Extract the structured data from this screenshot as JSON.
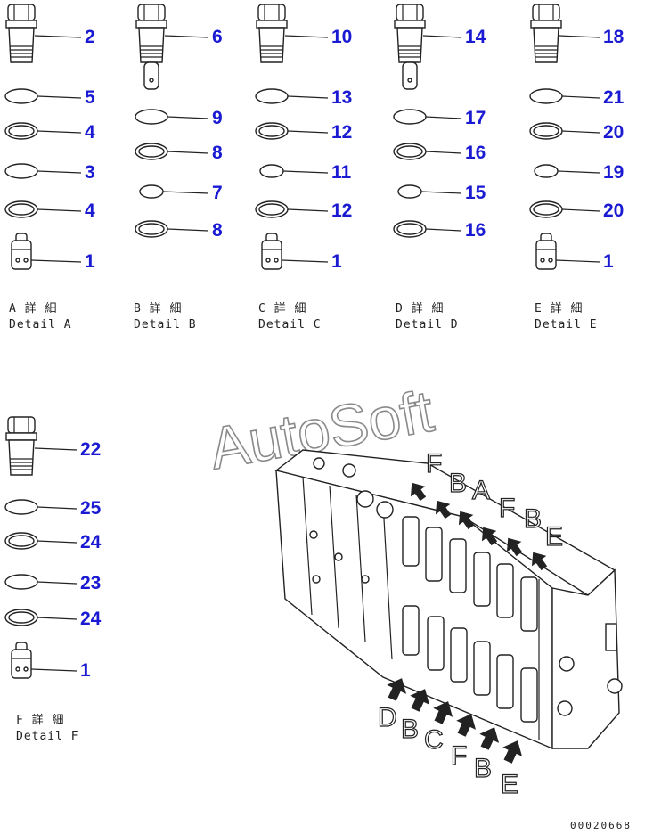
{
  "watermark": "AutoSoft",
  "drawing_code": "00020668",
  "details": [
    {
      "id": "A",
      "caption_jp": "A 詳 細",
      "caption_en": "Detail A",
      "callouts": [
        {
          "label": "2",
          "kind": "valve"
        },
        {
          "label": "5",
          "kind": "oring"
        },
        {
          "label": "4",
          "kind": "backup"
        },
        {
          "label": "3",
          "kind": "oring"
        },
        {
          "label": "4",
          "kind": "backup"
        },
        {
          "label": "1",
          "kind": "plug"
        }
      ]
    },
    {
      "id": "B",
      "caption_jp": "B 詳 細",
      "caption_en": "Detail B",
      "callouts": [
        {
          "label": "6",
          "kind": "valve-long"
        },
        {
          "label": "9",
          "kind": "oring"
        },
        {
          "label": "8",
          "kind": "backup"
        },
        {
          "label": "7",
          "kind": "oring-small"
        },
        {
          "label": "8",
          "kind": "backup"
        }
      ]
    },
    {
      "id": "C",
      "caption_jp": "C 詳 細",
      "caption_en": "Detail C",
      "callouts": [
        {
          "label": "10",
          "kind": "valve"
        },
        {
          "label": "13",
          "kind": "oring"
        },
        {
          "label": "12",
          "kind": "backup"
        },
        {
          "label": "11",
          "kind": "oring-small"
        },
        {
          "label": "12",
          "kind": "backup"
        },
        {
          "label": "1",
          "kind": "plug"
        }
      ]
    },
    {
      "id": "D",
      "caption_jp": "D 詳 細",
      "caption_en": "Detail D",
      "callouts": [
        {
          "label": "14",
          "kind": "valve-long"
        },
        {
          "label": "17",
          "kind": "oring"
        },
        {
          "label": "16",
          "kind": "backup"
        },
        {
          "label": "15",
          "kind": "oring-small"
        },
        {
          "label": "16",
          "kind": "backup"
        }
      ]
    },
    {
      "id": "E",
      "caption_jp": "E 詳 細",
      "caption_en": "Detail E",
      "callouts": [
        {
          "label": "18",
          "kind": "valve"
        },
        {
          "label": "21",
          "kind": "oring"
        },
        {
          "label": "20",
          "kind": "backup"
        },
        {
          "label": "19",
          "kind": "oring-small"
        },
        {
          "label": "20",
          "kind": "backup"
        },
        {
          "label": "1",
          "kind": "plug"
        }
      ]
    },
    {
      "id": "F",
      "caption_jp": "F 詳 細",
      "caption_en": "Detail F",
      "callouts": [
        {
          "label": "22",
          "kind": "valve"
        },
        {
          "label": "25",
          "kind": "oring"
        },
        {
          "label": "24",
          "kind": "backup"
        },
        {
          "label": "23",
          "kind": "oring"
        },
        {
          "label": "24",
          "kind": "backup"
        },
        {
          "label": "1",
          "kind": "plug"
        }
      ]
    }
  ],
  "assembly_labels": {
    "top_row": [
      "F",
      "B",
      "A",
      "F",
      "B",
      "E"
    ],
    "bottom_row": [
      "D",
      "B",
      "C",
      "F",
      "B",
      "E"
    ]
  }
}
